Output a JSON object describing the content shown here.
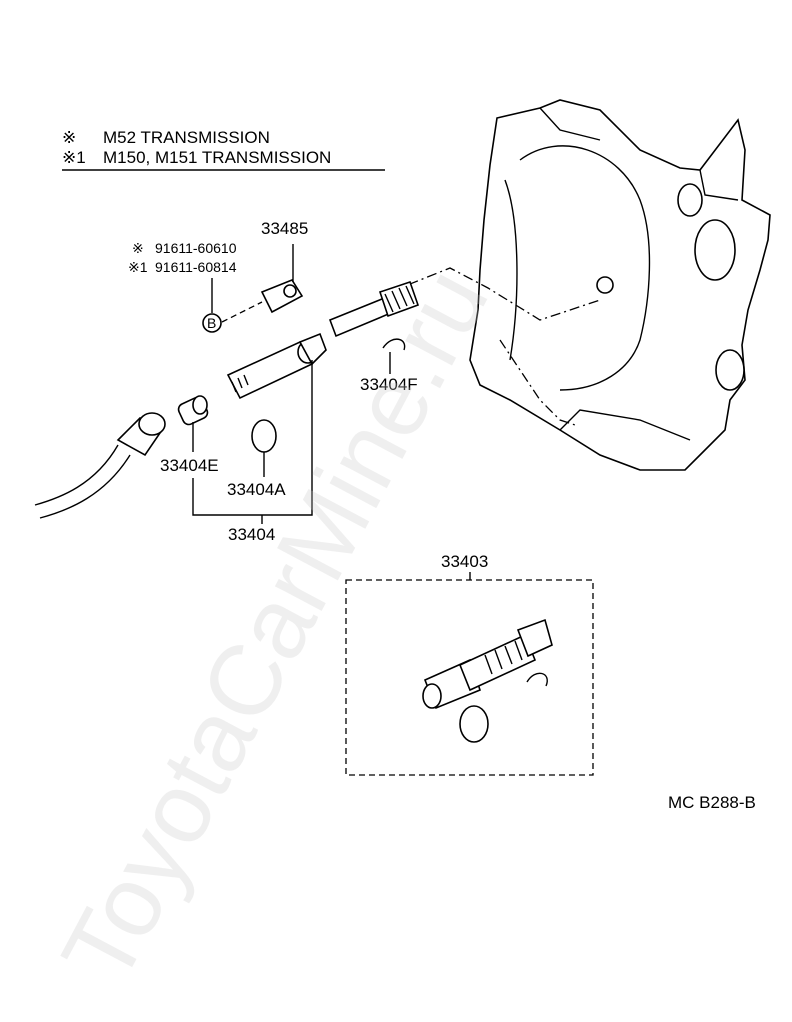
{
  "header": {
    "mark1": "※",
    "line1": "M52 TRANSMISSION",
    "mark2": "※1",
    "line2": "M150, M151 TRANSMISSION"
  },
  "callouts": {
    "bolt_code_a_mark": "※",
    "bolt_code_a": "91611-60610",
    "bolt_code_b_mark": "※1",
    "bolt_code_b": "91611-60814",
    "bolt_symbol": "B",
    "part_33485": "33485",
    "part_33404F": "33404F",
    "part_33404E": "33404E",
    "part_33404A": "33404A",
    "part_33404": "33404",
    "part_33403": "33403"
  },
  "figure_code": "MC B288-B",
  "watermark": "ToyotaCarMine.ru"
}
